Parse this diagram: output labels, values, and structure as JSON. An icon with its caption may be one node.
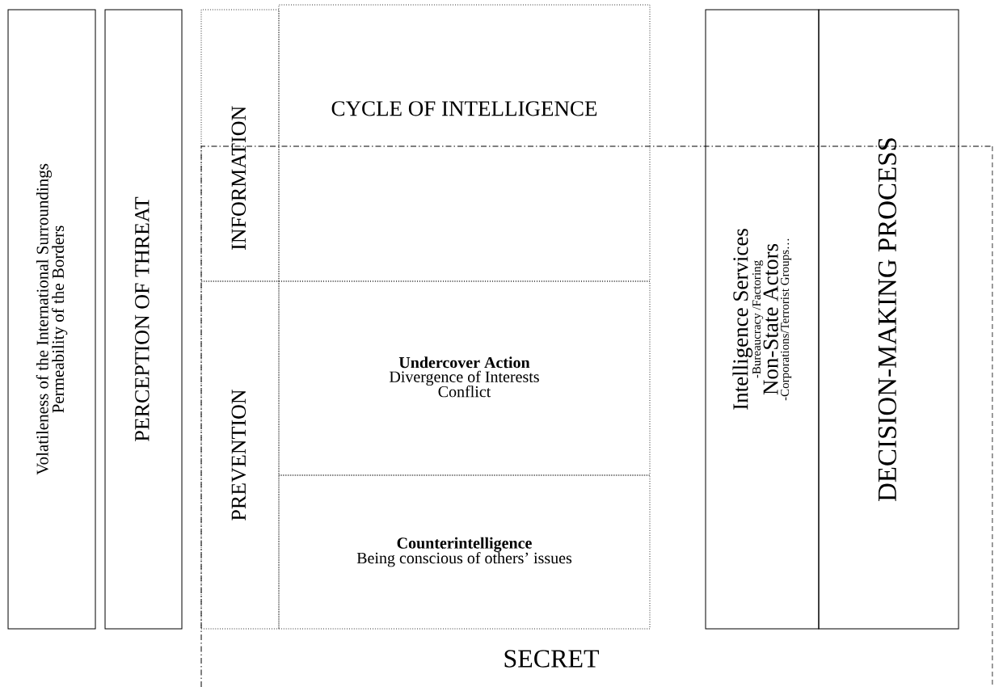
{
  "diagram": {
    "nodes": [
      {
        "text": [
          "Volatileness of the International Surroundings",
          "Permeability of the Borders"
        ]
      },
      {
        "text": [
          "PERCEPTION OF THREAT"
        ]
      },
      {
        "text": [
          "INFORMATION"
        ]
      },
      {
        "text": [
          "PREVENTION"
        ]
      },
      {
        "text": [
          "CYCLE OF INTELLIGENCE"
        ]
      },
      {
        "text": [
          "Undercover Action",
          "Divergence of Interests",
          "Conflict"
        ]
      },
      {
        "text": [
          "Counterintelligence",
          "Being conscious of others’ issues"
        ]
      },
      {
        "text": [
          "Intelligence Services",
          "-Bureaucracy /Factoring",
          "Non-State Actors",
          "-Corporations/Terrorist Groups…"
        ]
      },
      {
        "text": [
          "DECISION-MAKING PROCESS"
        ]
      }
    ],
    "labels": [
      "SECRET"
    ]
  }
}
